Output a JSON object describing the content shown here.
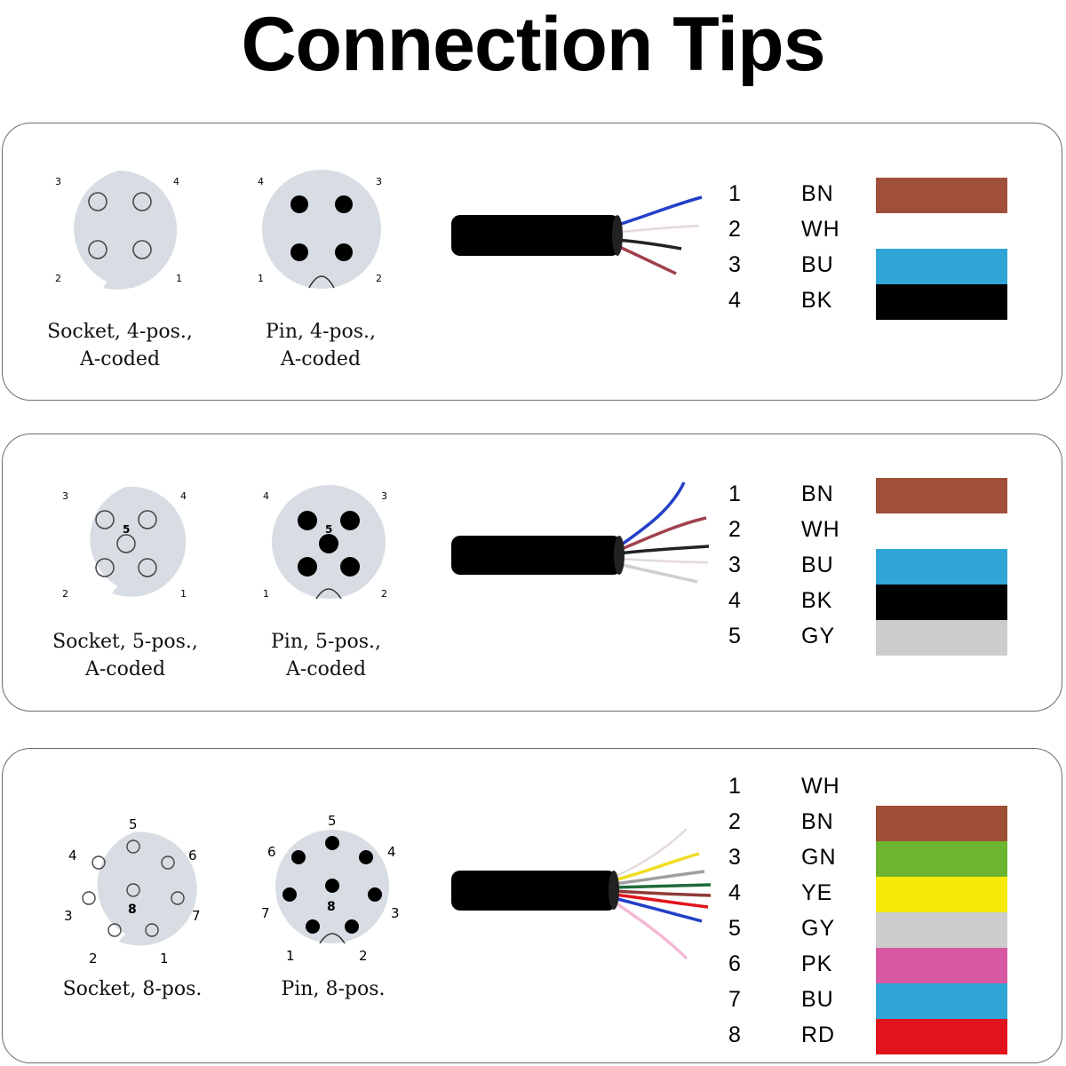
{
  "title": "Connection Tips",
  "panels": [
    {
      "socket_caption": "Socket, 4-pos.,\nA-coded",
      "pin_caption": "Pin, 4-pos.,\nA-coded",
      "socket_labels": [
        "3",
        "4",
        "2",
        "1"
      ],
      "pin_labels": [
        "4",
        "3",
        "1",
        "2"
      ],
      "wires": [
        {
          "num": "1",
          "code": "BN",
          "color": "#a0503a"
        },
        {
          "num": "2",
          "code": "WH",
          "color": "#ffffff"
        },
        {
          "num": "3",
          "code": "BU",
          "color": "#2fa6d6"
        },
        {
          "num": "4",
          "code": "BK",
          "color": "#000000"
        }
      ]
    },
    {
      "socket_caption": "Socket, 5-pos.,\nA-coded",
      "pin_caption": "Pin, 5-pos.,\nA-coded",
      "socket_labels": [
        "3",
        "4",
        "5",
        "2",
        "1"
      ],
      "pin_labels": [
        "4",
        "3",
        "5",
        "1",
        "2"
      ],
      "wires": [
        {
          "num": "1",
          "code": "BN",
          "color": "#a0503a"
        },
        {
          "num": "2",
          "code": "WH",
          "color": "#ffffff"
        },
        {
          "num": "3",
          "code": "BU",
          "color": "#2fa6d6"
        },
        {
          "num": "4",
          "code": "BK",
          "color": "#000000"
        },
        {
          "num": "5",
          "code": "GY",
          "color": "#cccccc"
        }
      ]
    },
    {
      "socket_caption": "Socket, 8-pos.",
      "pin_caption": "Pin, 8-pos.",
      "socket_labels": [
        "5",
        "4",
        "6",
        "3",
        "8",
        "7",
        "2",
        "1"
      ],
      "pin_labels": [
        "5",
        "6",
        "4",
        "7",
        "8",
        "3",
        "1",
        "2"
      ],
      "wires": [
        {
          "num": "1",
          "code": "WH",
          "color": "#ffffff"
        },
        {
          "num": "2",
          "code": "BN",
          "color": "#9e4f35"
        },
        {
          "num": "3",
          "code": "GN",
          "color": "#6cb52e"
        },
        {
          "num": "4",
          "code": "YE",
          "color": "#f7ea0a"
        },
        {
          "num": "5",
          "code": "GY",
          "color": "#cccccc"
        },
        {
          "num": "6",
          "code": "PK",
          "color": "#d759a2"
        },
        {
          "num": "7",
          "code": "BU",
          "color": "#2fa6d6"
        },
        {
          "num": "8",
          "code": "RD",
          "color": "#e2141b"
        }
      ]
    }
  ]
}
